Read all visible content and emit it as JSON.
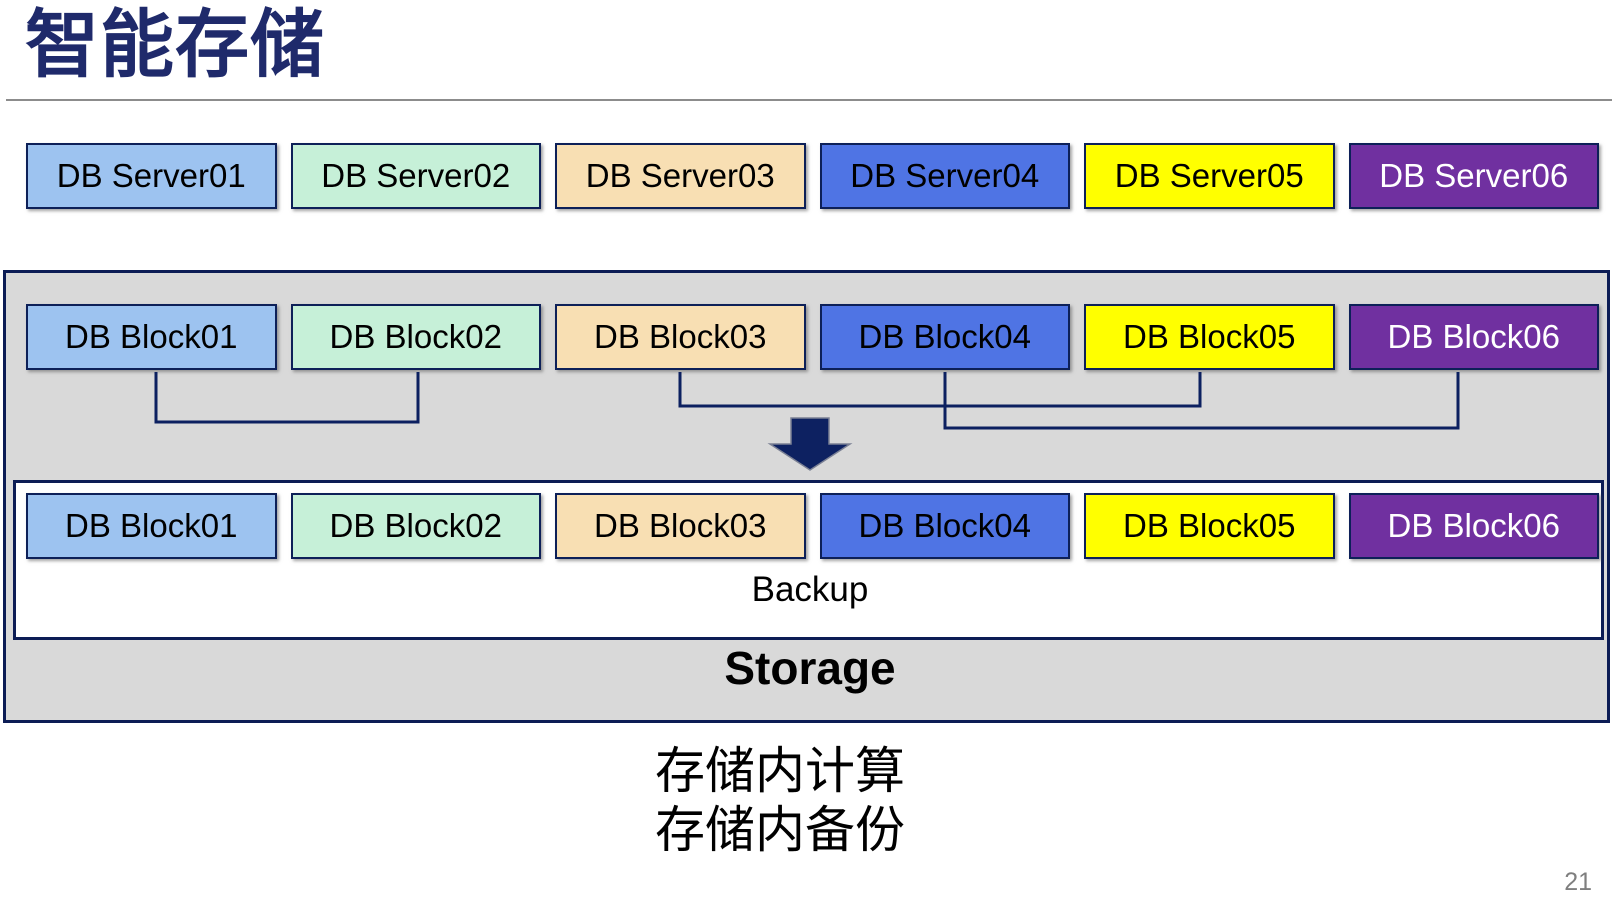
{
  "title": "智能存储",
  "page_number": "21",
  "labels": {
    "backup": "Backup",
    "storage": "Storage"
  },
  "captions": [
    "存储内计算",
    "存储内备份"
  ],
  "server_row": [
    {
      "label": "DB Server01"
    },
    {
      "label": "DB Server02"
    },
    {
      "label": "DB Server03"
    },
    {
      "label": "DB Server04"
    },
    {
      "label": "DB Server05"
    },
    {
      "label": "DB Server06"
    }
  ],
  "block_row_top": [
    {
      "label": "DB Block01"
    },
    {
      "label": "DB Block02"
    },
    {
      "label": "DB Block03"
    },
    {
      "label": "DB Block04"
    },
    {
      "label": "DB Block05"
    },
    {
      "label": "DB Block06"
    }
  ],
  "block_row_bottom": [
    {
      "label": "DB Block01"
    },
    {
      "label": "DB Block02"
    },
    {
      "label": "DB Block03"
    },
    {
      "label": "DB Block04"
    },
    {
      "label": "DB Block05"
    },
    {
      "label": "DB Block06"
    }
  ],
  "colors": {
    "title_navy": "#1f2a6b",
    "line_navy": "#0c2060",
    "panel_gray": "#d9d9d9",
    "divider_gray": "#8c8c8c",
    "page_number_gray": "#7f7f7f",
    "block_palette": [
      {
        "bg": "#9dc3f0",
        "text": "#000000"
      },
      {
        "bg": "#c6f0d8",
        "text": "#000000"
      },
      {
        "bg": "#f8dfb3",
        "text": "#000000"
      },
      {
        "bg": "#4f74e4",
        "text": "#000000"
      },
      {
        "bg": "#ffff00",
        "text": "#000000"
      },
      {
        "bg": "#7030a0",
        "text": "#ffffff"
      }
    ]
  }
}
